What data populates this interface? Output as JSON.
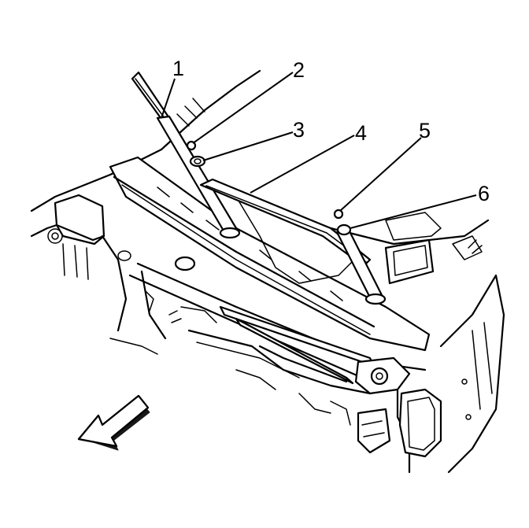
{
  "diagram": {
    "callouts": [
      {
        "id": "1",
        "label": "1"
      },
      {
        "id": "2",
        "label": "2"
      },
      {
        "id": "3",
        "label": "3"
      },
      {
        "id": "4",
        "label": "4"
      },
      {
        "id": "5",
        "label": "5"
      },
      {
        "id": "6",
        "label": "6"
      }
    ],
    "icons": {
      "direction_arrow": "front-direction-arrow-icon"
    },
    "colors": {
      "line": "#000000",
      "background": "#ffffff"
    }
  }
}
